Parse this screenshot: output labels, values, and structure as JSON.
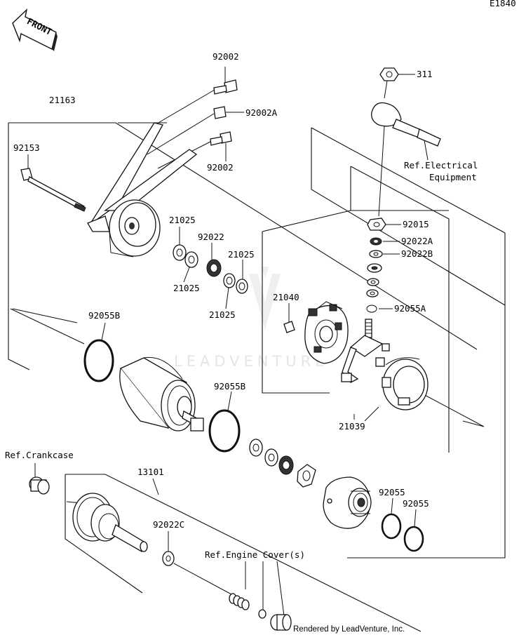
{
  "diagram_code": "E1840",
  "front_arrow_label": "FRONT",
  "watermark": "LEADVENTURE",
  "credit": "Rendered by LeadVenture, Inc.",
  "callouts": {
    "p92002_top": "92002",
    "p21163": "21163",
    "p92002A": "92002A",
    "p92153": "92153",
    "p92002_mid": "92002",
    "p311": "311",
    "ref_electrical_1": "Ref.Electrical",
    "ref_electrical_2": "Equipment",
    "p92015": "92015",
    "p92022A": "92022A",
    "p92022B": "92022B",
    "p21025_a": "21025",
    "p92022": "92022",
    "p21025_b": "21025",
    "p21025_c": "21025",
    "p21025_d": "21025",
    "p21040": "21040",
    "p92055A": "92055A",
    "p92055B_left": "92055B",
    "p92055B_mid": "92055B",
    "p21039": "21039",
    "ref_crankcase": "Ref.Crankcase",
    "p13101": "13101",
    "p92022C": "92022C",
    "p92055_a": "92055",
    "p92055_b": "92055",
    "ref_engine_cover": "Ref.Engine Cover(s)"
  }
}
